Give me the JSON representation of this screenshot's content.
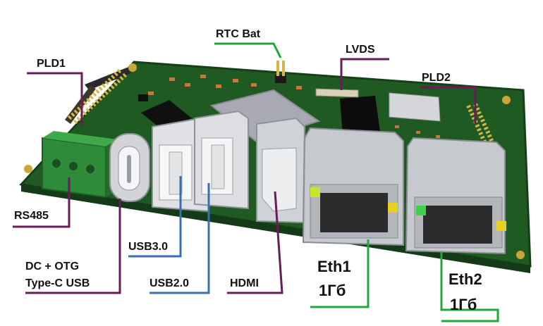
{
  "labels": {
    "rtc_bat": "RTC Bat",
    "lvds": "LVDS",
    "pld1": "PLD1",
    "pld2": "PLD2",
    "rs485": "RS485",
    "dc_otg_line1": "DC + OTG",
    "dc_otg_line2": "Type-C USB",
    "usb3": "USB3.0",
    "usb2": "USB2.0",
    "hdmi": "HDMI",
    "eth1_name": "Eth1",
    "eth1_speed": "1Гб",
    "eth2_name": "Eth2",
    "eth2_speed": "1Гб"
  },
  "colors": {
    "pcb": "#1e5a22",
    "pcb_edge": "#16441a",
    "leader_purple": "#6a1b5a",
    "leader_green": "#22a83a",
    "leader_blue": "#3a6fb0",
    "port_grey": "#c9ccd0",
    "terminal_green": "#2e8b3a"
  }
}
